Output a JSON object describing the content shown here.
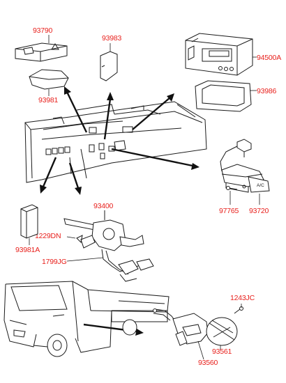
{
  "label_color": "#e8201c",
  "line_color": "#1a1a1a",
  "parts": [
    {
      "code": "93790"
    },
    {
      "code": "93983"
    },
    {
      "code": "94500A"
    },
    {
      "code": "93981"
    },
    {
      "code": "93986"
    },
    {
      "code": "97765"
    },
    {
      "code": "93720"
    },
    {
      "code": "93400"
    },
    {
      "code": "1229DN"
    },
    {
      "code": "93981A"
    },
    {
      "code": "1799JG"
    },
    {
      "code": "1243JC"
    },
    {
      "code": "93561"
    },
    {
      "code": "93560"
    }
  ],
  "switch_marking": "A/C",
  "icons": [
    "hazard-triangle-icon"
  ]
}
